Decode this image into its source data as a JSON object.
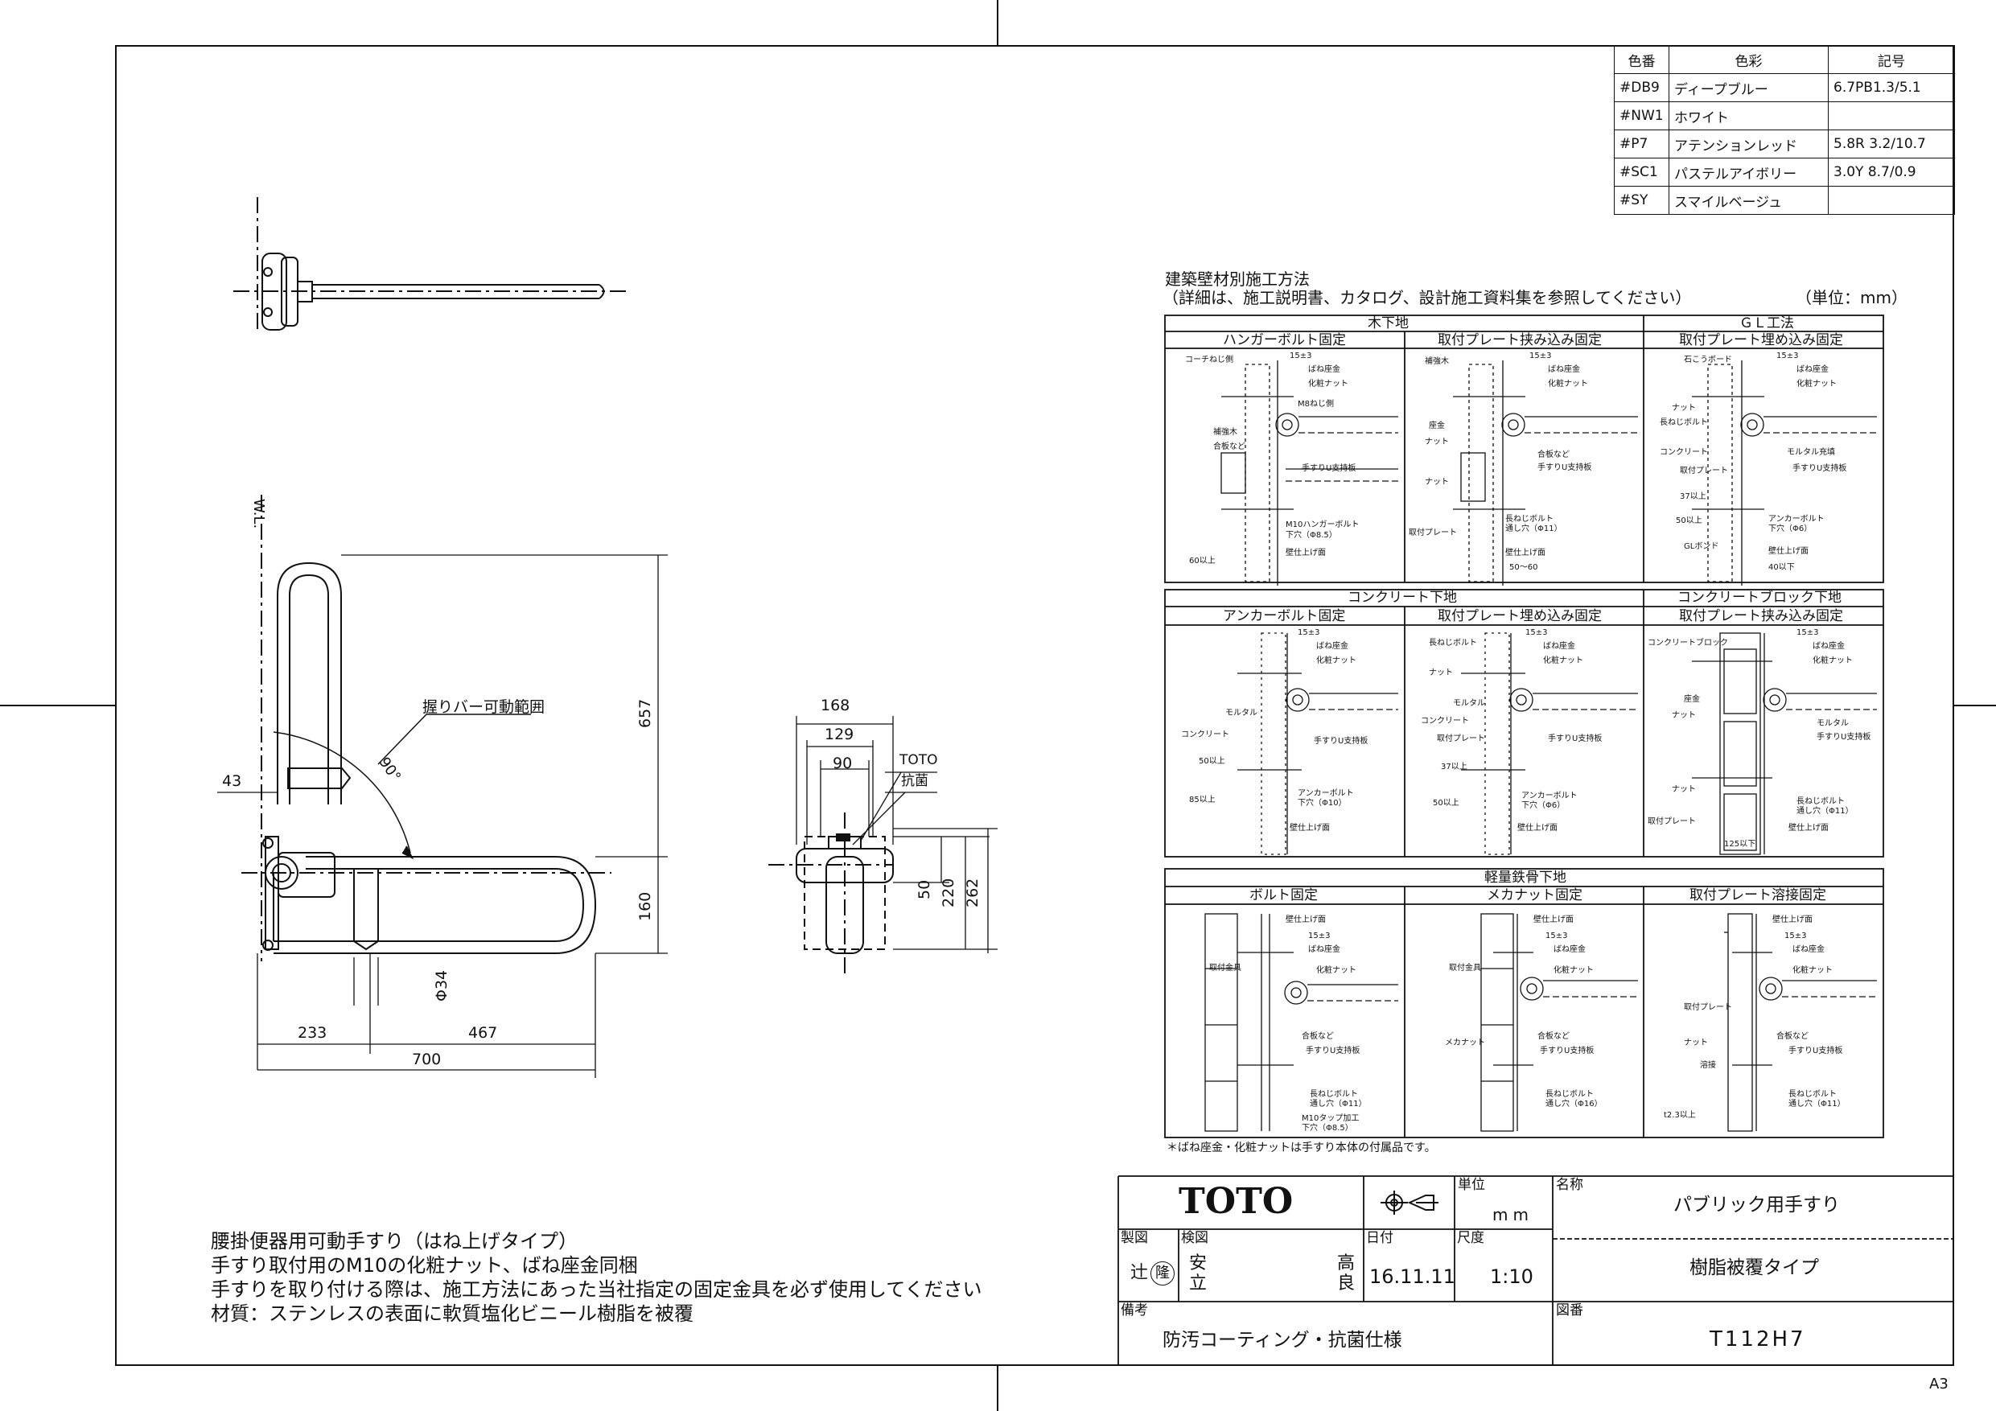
{
  "color_table": {
    "headers": [
      "色番",
      "色彩",
      "記号"
    ],
    "rows": [
      [
        "#DB9",
        "ディープブルー",
        "6.7PB1.3/5.1"
      ],
      [
        "#NW1",
        "ホワイト",
        ""
      ],
      [
        "#P7",
        "アテンションレッド",
        "5.8R 3.2/10.7"
      ],
      [
        "#SC1",
        "パステルアイボリー",
        "3.0Y 8.7/0.9"
      ],
      [
        "#SY",
        "スマイルベージュ",
        ""
      ]
    ]
  },
  "methods": {
    "title": "建築壁材別施工方法",
    "subtitle": "（詳細は、施工説明書、カタログ、設計施工資料集を参照してください）",
    "unit": "（単位：mm）",
    "wood": {
      "section": "木下地",
      "gl": "ＧＬ工法",
      "panels": [
        "ハンガーボルト固定",
        "取付プレート挟み込み固定",
        "取付プレート埋め込み固定"
      ]
    },
    "concrete": {
      "section": "コンクリート下地",
      "block": "コンクリートブロック下地",
      "panels": [
        "アンカーボルト固定",
        "取付プレート埋め込み固定",
        "取付プレート挟み込み固定"
      ]
    },
    "steel": {
      "section": "軽量鉄骨下地",
      "panels": [
        "ボルト固定",
        "メカナット固定",
        "取付プレート溶接固定"
      ]
    },
    "labels": {
      "p1": [
        "コーチねじ側",
        "15±3",
        "ばね座金",
        "化粧ナット",
        "M8ねじ側",
        "補強木",
        "合板など",
        "手すりU支持板",
        "M10ハンガーボルト",
        "下穴（Φ8.5）",
        "60以上",
        "壁仕上げ面"
      ],
      "p2": [
        "補強木",
        "15±3",
        "ばね座金",
        "化粧ナット",
        "座金",
        "ナット",
        "合板など",
        "手すりU支持板",
        "ナット",
        "長ねじボルト",
        "通し穴（Φ11）",
        "取付プレート",
        "壁仕上げ面",
        "50～60"
      ],
      "p3": [
        "石こうボード",
        "15±3",
        "ばね座金",
        "化粧ナット",
        "ナット",
        "長ねじボルト",
        "コンクリート",
        "取付プレート",
        "モルタル充填",
        "手すりU支持板",
        "37以上",
        "50以上",
        "アンカーボルト",
        "下穴（Φ6）",
        "GLボンド",
        "壁仕上げ面",
        "40以下"
      ],
      "p4": [
        "15±3",
        "ばね座金",
        "化粧ナット",
        "モルタル",
        "コンクリート",
        "手すりU支持板",
        "50以上",
        "85以上",
        "アンカーボルト",
        "下穴（Φ10）",
        "壁仕上げ面"
      ],
      "p5": [
        "長ねじボルト",
        "15±3",
        "ばね座金",
        "化粧ナット",
        "ナット",
        "モルタル",
        "コンクリート",
        "取付プレート",
        "手すりU支持板",
        "37以上",
        "50以上",
        "アンカーボルト",
        "下穴（Φ6）",
        "壁仕上げ面"
      ],
      "p6": [
        "コンクリートブロック",
        "15±3",
        "ばね座金",
        "化粧ナット",
        "座金",
        "ナット",
        "モルタル",
        "手すりU支持板",
        "ナット",
        "長ねじボルト",
        "通し穴（Φ11）",
        "取付プレート",
        "壁仕上げ面",
        "125以下"
      ],
      "p7": [
        "壁仕上げ面",
        "15±3",
        "ばね座金",
        "取付金具",
        "化粧ナット",
        "合板など",
        "手すりU支持板",
        "長ねじボルト",
        "通し穴（Φ11）",
        "M10タップ加工",
        "下穴（Φ8.5）"
      ],
      "p8": [
        "壁仕上げ面",
        "15±3",
        "ばね座金",
        "取付金具",
        "化粧ナット",
        "合板など",
        "メカナット",
        "手すりU支持板",
        "長ねじボルト",
        "通し穴（Φ16）"
      ],
      "p9": [
        "壁仕上げ面",
        "15±3",
        "ばね座金",
        "化粧ナット",
        "取付プレート",
        "合板など",
        "ナット",
        "手すりU支持板",
        "溶接",
        "長ねじボルト",
        "通し穴（Φ11）",
        "t2.3以上"
      ]
    },
    "footnote": "＊ばね座金・化粧ナットは手すり本体の付属品です。"
  },
  "drawing": {
    "wl": "W.L.",
    "range_label": "握りバー可動範囲",
    "angle": "90°",
    "dims_front": {
      "d43": "43",
      "d657": "657",
      "d160": "160",
      "phi34": "Φ34",
      "d233": "233",
      "d467": "467",
      "d700": "700"
    },
    "dims_side": {
      "d168": "168",
      "d129": "129",
      "d90": "90",
      "d50": "50",
      "d220": "220",
      "d262": "262",
      "toto": "TOTO",
      "kokin": "抗菌"
    }
  },
  "notes": [
    "腰掛便器用可動手すり（はね上げタイプ）",
    "手すり取付用のM10の化粧ナット、ばね座金同梱",
    "手すりを取り付ける際は、施工方法にあった当社指定の固定金具を必ず使用してください",
    "材質：ステンレスの表面に軟質塩化ビニール樹脂を被覆"
  ],
  "title_block": {
    "logo": "TOTO",
    "unit_label": "単位",
    "unit_value": "mm",
    "name_label": "名称",
    "product_name": "パブリック用手すり",
    "product_type": "樹脂被覆タイプ",
    "drawn_label": "製図",
    "drawn_by": "辻",
    "drawn_seal": "隆",
    "checked_label": "検図",
    "checked_by_1": "安",
    "checked_by_2": "立",
    "approved_1": "高",
    "approved_2": "良",
    "date_label": "日付",
    "date": "16.11.11",
    "scale_label": "尺度",
    "scale": "1:10",
    "remarks_label": "備考",
    "remarks": "防汚コーティング・抗菌仕様",
    "drawing_no_label": "図番",
    "drawing_no": "T112H7"
  },
  "sheet_size": "A3"
}
